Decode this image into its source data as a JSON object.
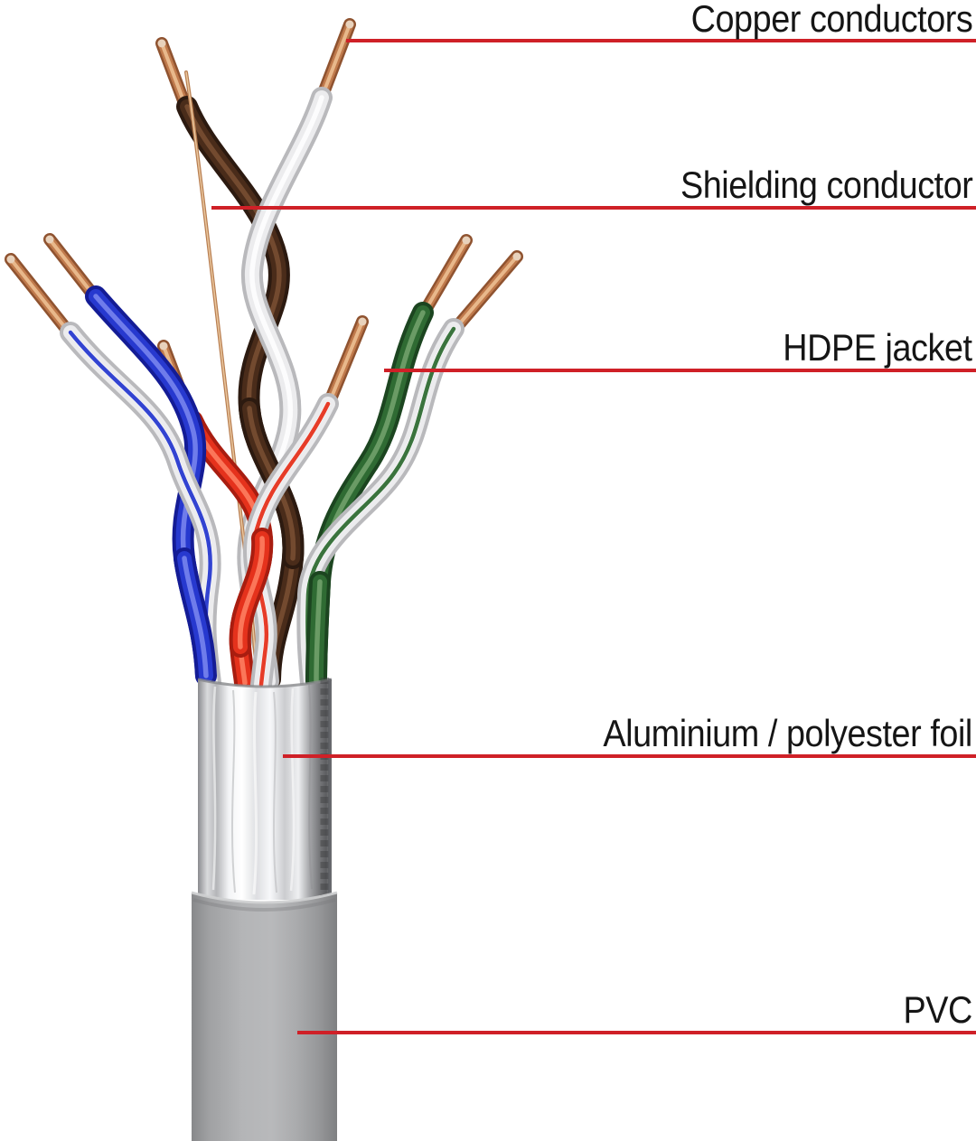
{
  "diagram": {
    "background": "#ffffff",
    "accent_red": "#cf2027",
    "text_color": "#151515",
    "labels": [
      {
        "id": "copper-conductors",
        "text": "Copper conductors"
      },
      {
        "id": "shielding-conductor",
        "text": "Shielding conductor"
      },
      {
        "id": "hdpe-jacket",
        "text": "HDPE jacket"
      },
      {
        "id": "aluminium-polyester-foil",
        "text": "Aluminium / polyester foil"
      },
      {
        "id": "pvc",
        "text": "PVC"
      }
    ],
    "materials": {
      "copper": "#c07a4c",
      "insulation_brown": "#4a2c1a",
      "insulation_white": "#ececee",
      "insulation_blue": "#2739cf",
      "insulation_red": "#e5321c",
      "insulation_green": "#2f6b33",
      "foil_silver": "#e3e4e6",
      "pvc_gray": "#aaabad"
    }
  }
}
